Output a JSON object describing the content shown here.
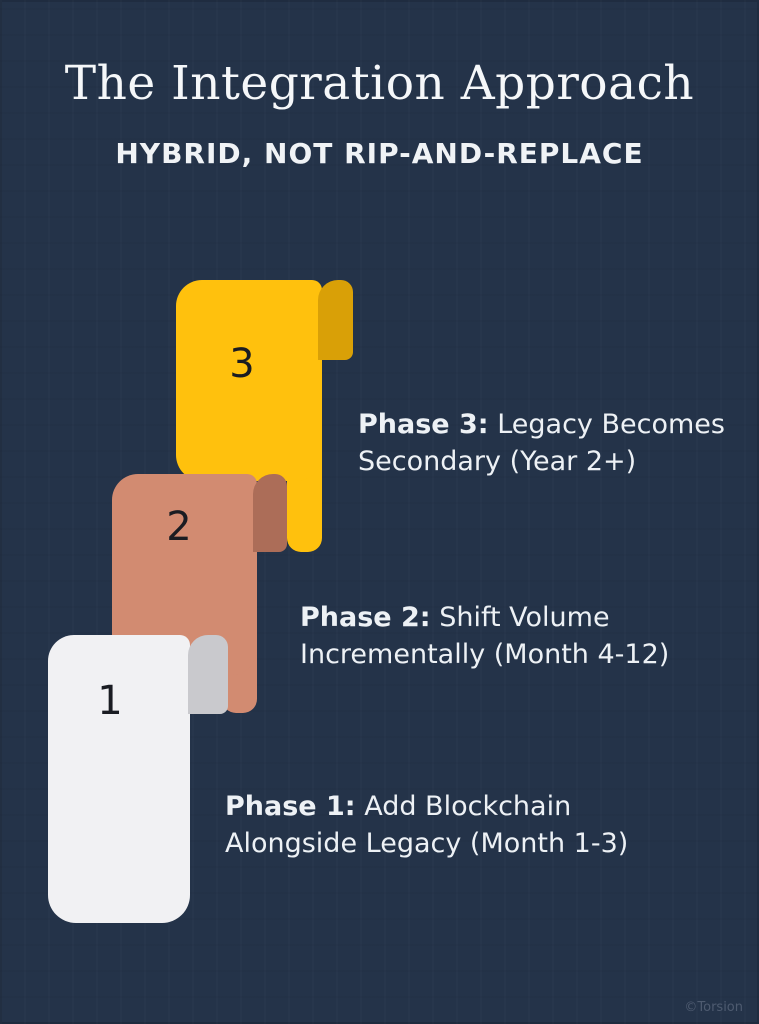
{
  "title": "The Integration Approach",
  "subtitle": "HYBRID, NOT RIP-AND-REPLACE",
  "watermark": "©Torsion",
  "colors": {
    "background": "#243349",
    "card3": "#ffc10d",
    "card3_fold": "#d9a007",
    "card2": "#d28b71",
    "card2_fold": "#ac6d58",
    "card1": "#f1f1f3",
    "card1_fold": "#c9c9cd",
    "text": "#edf1f5",
    "number_text": "#1a1c22"
  },
  "cards": [
    {
      "number": "3",
      "phase_bold": "Phase 3:",
      "phase_line1": "Legacy Becomes",
      "phase_line2": "Secondary (Year 2+)"
    },
    {
      "number": "2",
      "phase_bold": "Phase 2:",
      "phase_line1": "Shift Volume",
      "phase_line2": "Incrementally (Month 4-12)"
    },
    {
      "number": "1",
      "phase_bold": "Phase 1:",
      "phase_line1": "Add Blockchain",
      "phase_line2": "Alongside Legacy (Month 1-3)"
    }
  ]
}
